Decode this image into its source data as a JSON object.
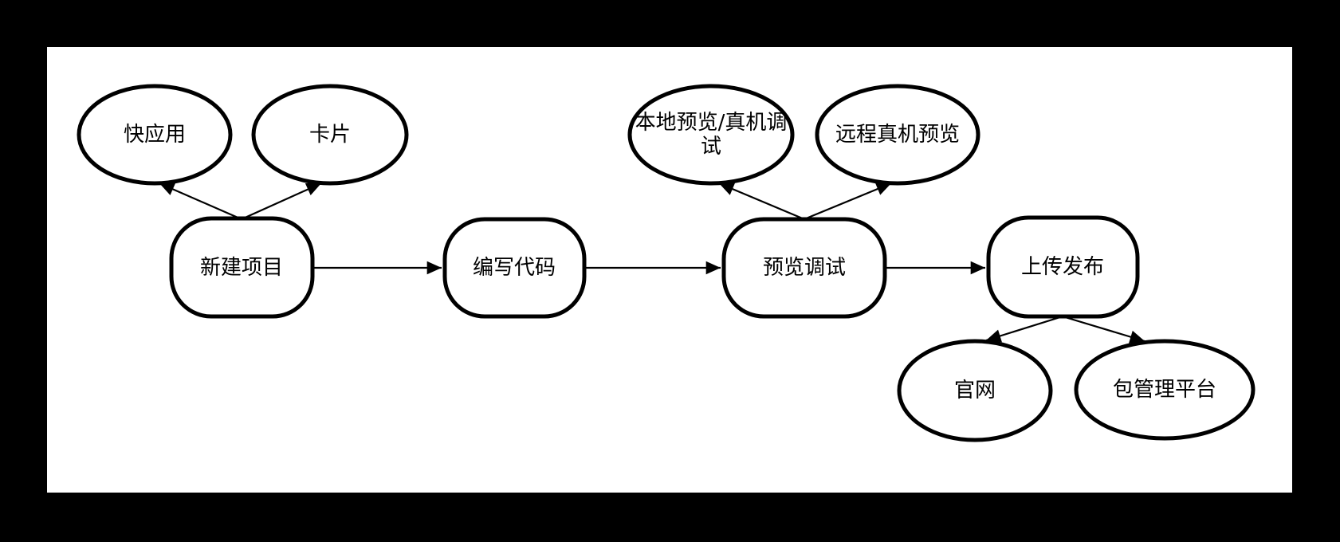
{
  "page": {
    "background_color": "#000000"
  },
  "canvas": {
    "background_color": "#ffffff",
    "stroke_color": "#000000"
  },
  "nodes": {
    "quick_app": {
      "label": "快应用",
      "shape": "ellipse"
    },
    "card": {
      "label": "卡片",
      "shape": "ellipse"
    },
    "new_project": {
      "label": "新建项目",
      "shape": "rounded-rect"
    },
    "write_code": {
      "label": "编写代码",
      "shape": "rounded-rect"
    },
    "preview_debug": {
      "label": "预览调试",
      "shape": "rounded-rect"
    },
    "upload_publish": {
      "label": "上传发布",
      "shape": "rounded-rect"
    },
    "local_preview": {
      "label": "本地预览/真机调试",
      "line1": "本地预览/真机调",
      "line2": "试",
      "shape": "ellipse"
    },
    "remote_preview": {
      "label": "远程真机预览",
      "shape": "ellipse"
    },
    "official_site": {
      "label": "官网",
      "shape": "ellipse"
    },
    "package_platform": {
      "label": "包管理平台",
      "shape": "ellipse"
    }
  },
  "edges": [
    {
      "from": "new_project",
      "to": "quick_app"
    },
    {
      "from": "new_project",
      "to": "card"
    },
    {
      "from": "new_project",
      "to": "write_code"
    },
    {
      "from": "write_code",
      "to": "preview_debug"
    },
    {
      "from": "preview_debug",
      "to": "local_preview"
    },
    {
      "from": "preview_debug",
      "to": "remote_preview"
    },
    {
      "from": "preview_debug",
      "to": "upload_publish"
    },
    {
      "from": "upload_publish",
      "to": "official_site"
    },
    {
      "from": "upload_publish",
      "to": "package_platform"
    }
  ]
}
